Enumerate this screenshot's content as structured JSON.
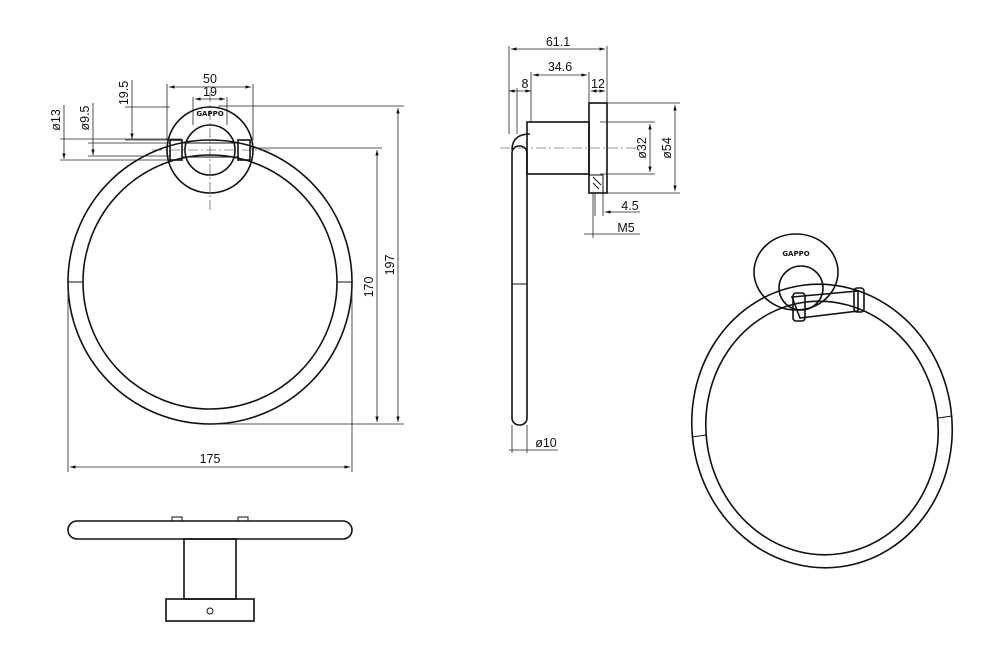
{
  "front_view": {
    "width_overall": "175",
    "height_overall": "197",
    "height_ring": "170",
    "base_diameter": "50",
    "base_inner": "19",
    "offset": "19.5",
    "rod_outer": "ø13",
    "rod_inner": "ø9.5",
    "logo": "GAPPO"
  },
  "side_view": {
    "depth_overall": "61.1",
    "depth_mid": "34.6",
    "ring_depth": "8",
    "base_thickness": "12",
    "base_small_diameter": "ø32",
    "base_large_diameter": "ø54",
    "screw_offset": "4.5",
    "screw_size": "M5",
    "ring_diameter": "ø10"
  },
  "iso_view": {
    "logo": "GAPPO"
  }
}
